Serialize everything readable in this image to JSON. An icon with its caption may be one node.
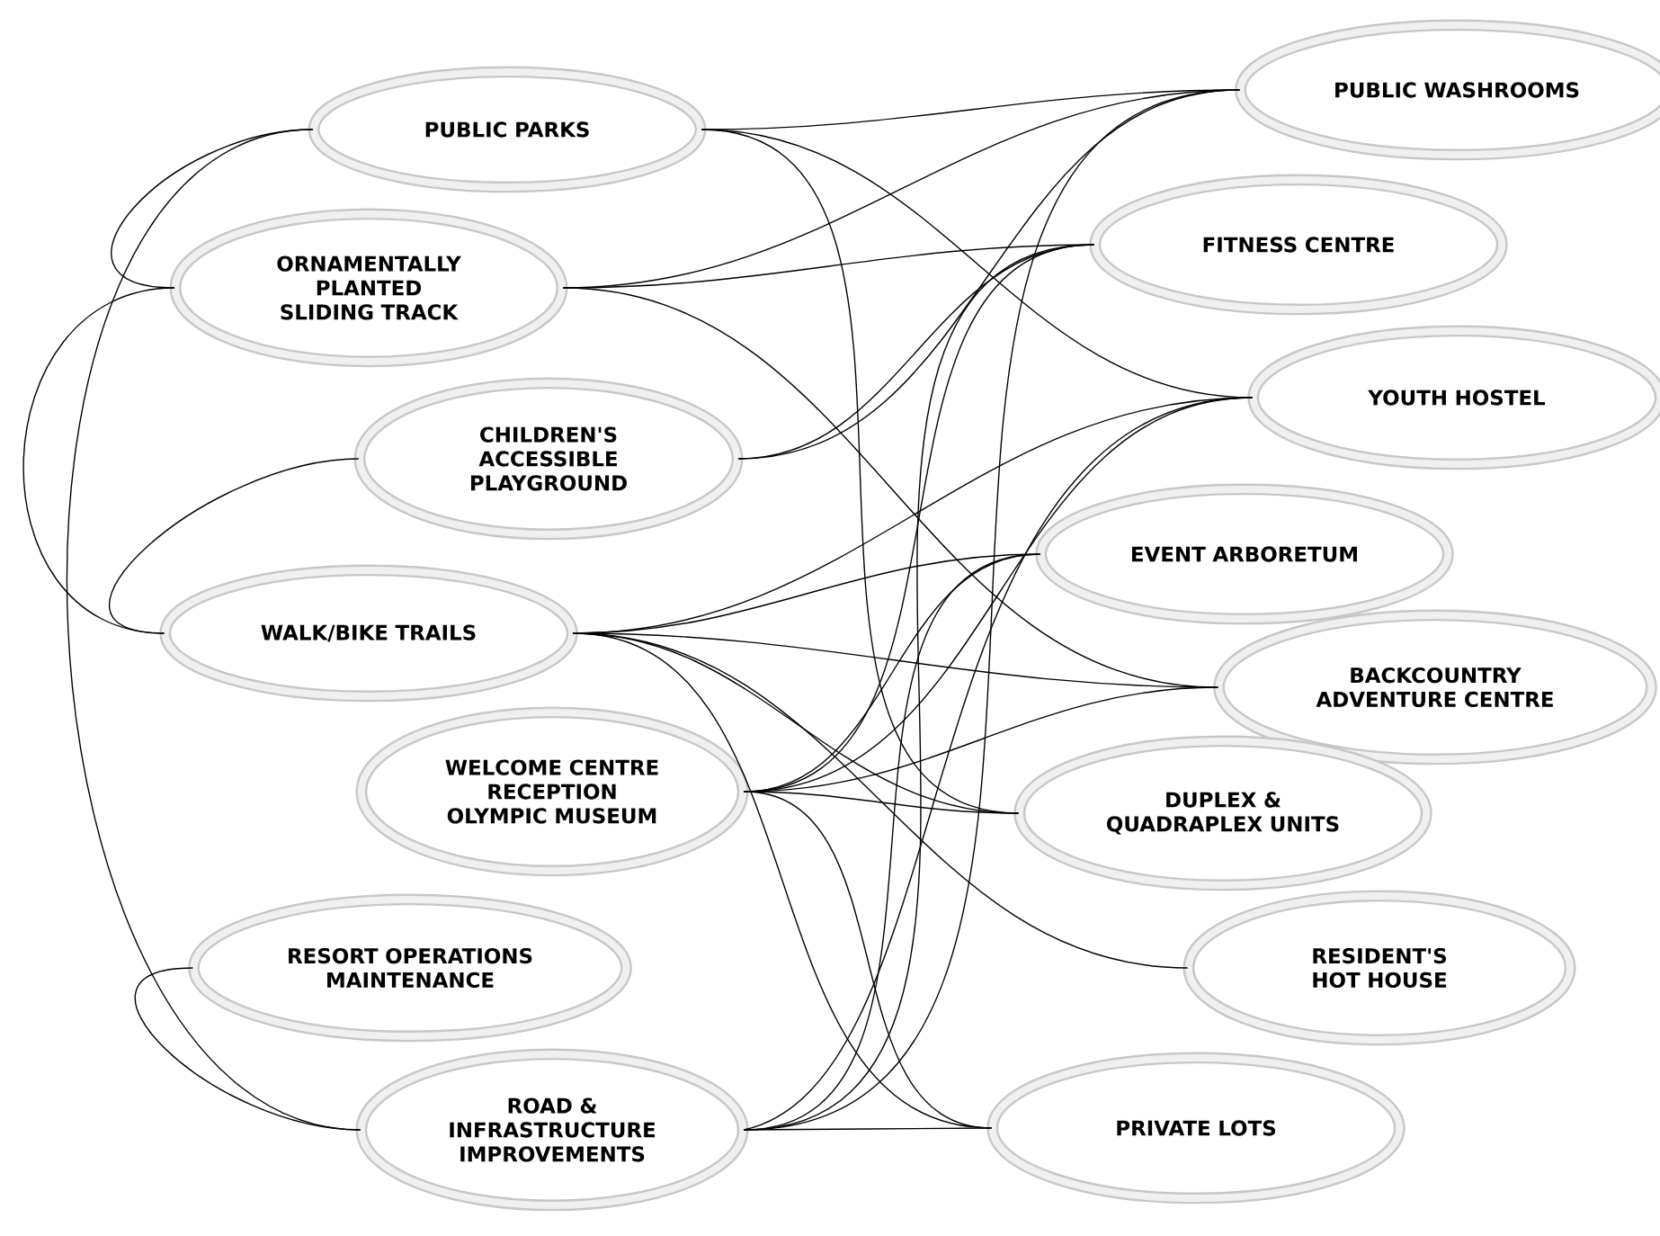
{
  "diagram": {
    "nodes": [
      {
        "text": [
          "PUBLIC PARKS"
        ]
      },
      {
        "text": [
          "ORNAMENTALLY PLANTED SLIDING TRACK"
        ]
      },
      {
        "text": [
          "CHILDREN'S ACCESSIBLE PLAYGROUND"
        ]
      },
      {
        "text": [
          "WALK/BIKE TRAILS"
        ]
      },
      {
        "text": [
          "WELCOME CENTRE RECEPTION OLYMPIC MUSEUM"
        ]
      },
      {
        "text": [
          "RESORT OPERATIONS MAINTENANCE"
        ]
      },
      {
        "text": [
          "ROAD & INFRASTRUCTURE IMPROVEMENTS"
        ]
      },
      {
        "text": [
          "PUBLIC WASHROOMS"
        ]
      },
      {
        "text": [
          "FITNESS CENTRE"
        ]
      },
      {
        "text": [
          "YOUTH HOSTEL"
        ]
      },
      {
        "text": [
          "EVENT ARBORETUM"
        ]
      },
      {
        "text": [
          "BACKCOUNTRY ADVENTURE CENTRE"
        ]
      },
      {
        "text": [
          "DUPLEX & QUADRAPLEX UNITS"
        ]
      },
      {
        "text": [
          "RESIDENT'S HOT HOUSE"
        ]
      },
      {
        "text": [
          "PRIVATE LOTS"
        ]
      }
    ],
    "edges": [
      {
        "from": 0,
        "to": 1,
        "arrow": "none"
      },
      {
        "from": 0,
        "to": 6,
        "arrow": "none"
      },
      {
        "from": 1,
        "to": 3,
        "arrow": "none"
      },
      {
        "from": 2,
        "to": 3,
        "arrow": "none"
      },
      {
        "from": 5,
        "to": 6,
        "arrow": "none"
      },
      {
        "from": 0,
        "to": 7,
        "arrow": "none"
      },
      {
        "from": 0,
        "to": 9,
        "arrow": "none"
      },
      {
        "from": 0,
        "to": 12,
        "arrow": "none"
      },
      {
        "from": 1,
        "to": 7,
        "arrow": "none"
      },
      {
        "from": 1,
        "to": 8,
        "arrow": "none"
      },
      {
        "from": 1,
        "to": 11,
        "arrow": "none"
      },
      {
        "from": 2,
        "to": 7,
        "arrow": "none"
      },
      {
        "from": 2,
        "to": 8,
        "arrow": "none"
      },
      {
        "from": 3,
        "to": 9,
        "arrow": "none"
      },
      {
        "from": 3,
        "to": 10,
        "arrow": "none"
      },
      {
        "from": 3,
        "to": 11,
        "arrow": "none"
      },
      {
        "from": 3,
        "to": 12,
        "arrow": "none"
      },
      {
        "from": 3,
        "to": 13,
        "arrow": "none"
      },
      {
        "from": 3,
        "to": 14,
        "arrow": "none"
      },
      {
        "from": 4,
        "to": 8,
        "arrow": "none"
      },
      {
        "from": 4,
        "to": 9,
        "arrow": "none"
      },
      {
        "from": 4,
        "to": 10,
        "arrow": "none"
      },
      {
        "from": 4,
        "to": 11,
        "arrow": "none"
      },
      {
        "from": 4,
        "to": 12,
        "arrow": "none"
      },
      {
        "from": 4,
        "to": 14,
        "arrow": "none"
      },
      {
        "from": 6,
        "to": 7,
        "arrow": "none"
      },
      {
        "from": 6,
        "to": 8,
        "arrow": "none"
      },
      {
        "from": 6,
        "to": 9,
        "arrow": "none"
      },
      {
        "from": 6,
        "to": 10,
        "arrow": "none"
      },
      {
        "from": 6,
        "to": 14,
        "arrow": "none"
      }
    ]
  }
}
